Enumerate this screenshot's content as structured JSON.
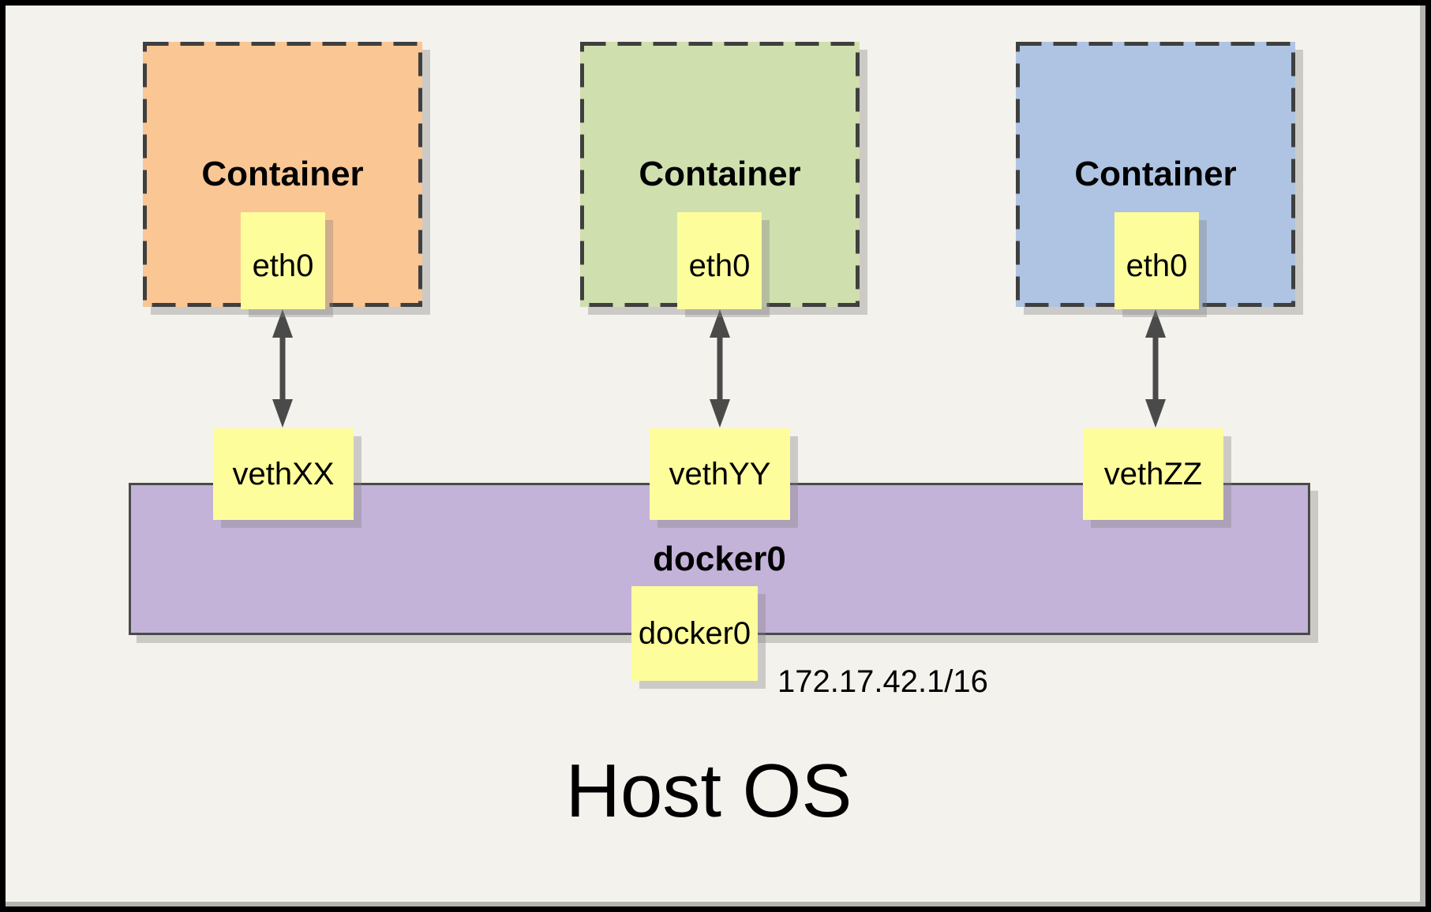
{
  "colors": {
    "background": "#f4f2ec",
    "frame": "#000000",
    "panel_shadow": "#b3b3b0",
    "container_orange": "#fac694",
    "container_green": "#cfdfae",
    "container_blue": "#aec4e2",
    "bridge_purple": "#c3b3d8",
    "chip_yellow": "#fdfd9c",
    "line_dark": "#3f3f3f",
    "arrow_gray": "#4a4a4a",
    "shadow": "rgba(128,128,128,0.35)"
  },
  "containers": [
    {
      "label": "Container",
      "iface": "eth0",
      "color": "#fac694"
    },
    {
      "label": "Container",
      "iface": "eth0",
      "color": "#cfdfae"
    },
    {
      "label": "Container",
      "iface": "eth0",
      "color": "#aec4e2"
    }
  ],
  "veths": [
    {
      "label": "vethXX"
    },
    {
      "label": "vethYY"
    },
    {
      "label": "vethZZ"
    }
  ],
  "bridge": {
    "label": "docker0",
    "iface": "docker0",
    "ip": "172.17.42.1/16"
  },
  "host": {
    "label": "Host OS"
  }
}
